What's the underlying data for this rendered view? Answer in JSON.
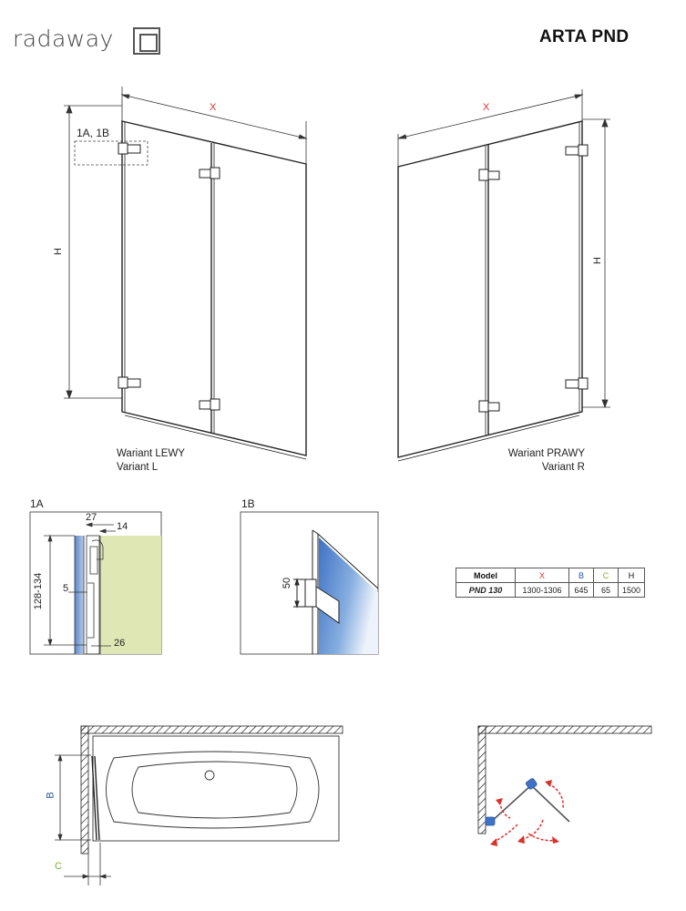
{
  "brand": {
    "logo_text": "radaway"
  },
  "product": {
    "name": "ARTA PND"
  },
  "variants": {
    "left": {
      "line1": "Wariant LEWY",
      "line2": "Variant L"
    },
    "right": {
      "line1": "Wariant PRAWY",
      "line2": "Variant R"
    }
  },
  "front_views": {
    "dim_x": "X",
    "dim_h": "H",
    "detail_callout": "1A, 1B"
  },
  "detail_1a": {
    "label": "1A",
    "dims": {
      "top_width": "27",
      "right_width": "14",
      "height": "128-134",
      "offset": "5",
      "bottom": "26"
    }
  },
  "detail_1b": {
    "label": "1B",
    "dims": {
      "hinge_height": "50"
    }
  },
  "spec_table": {
    "headers": [
      "Model",
      "X",
      "B",
      "C",
      "H"
    ],
    "header_colors": {
      "X": "#d9322b",
      "B": "#2a55a0",
      "C": "#7ab030",
      "H": "#222222"
    },
    "rows": [
      [
        "PND 130",
        "1300-1306",
        "645",
        "65",
        "1500"
      ]
    ]
  },
  "plan_view": {
    "dim_b": "B",
    "dim_c": "C",
    "colors": {
      "b_label": "#2a55a0",
      "c_label": "#7ab030"
    }
  },
  "colors": {
    "accent_red": "#d9322b",
    "glass_blue": "#3f72c4",
    "wall_green": "#dfe8b4"
  }
}
